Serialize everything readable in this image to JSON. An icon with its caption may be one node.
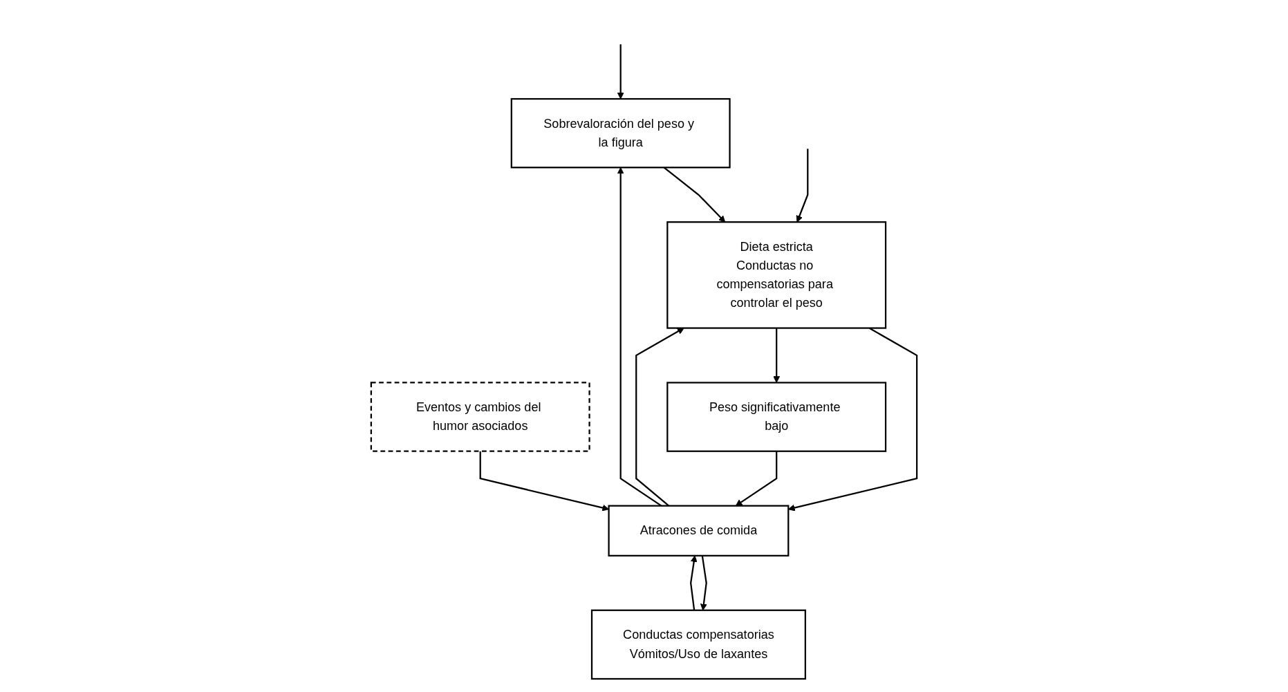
{
  "diagram": {
    "nodes": [
      {
        "text": [
          "Sobrevaloración del peso y la figura"
        ]
      },
      {
        "text": [
          "Dieta estricta",
          "Conductas no compensatorias para controlar el peso"
        ]
      },
      {
        "text": [
          "Eventos y cambios del humor asociados"
        ]
      },
      {
        "text": [
          "Atracones de comida"
        ]
      },
      {
        "text": [
          "Peso significativamente bajo"
        ]
      },
      {
        "text": [
          "Conductas compensatorias",
          "Vómitos/Uso de laxantes"
        ]
      }
    ],
    "edges": [
      {
        "from": null,
        "to": 0,
        "arrow": "to"
      },
      {
        "from": 0,
        "to": 1,
        "arrow": "to"
      },
      {
        "from": null,
        "to": 1,
        "arrow": "to"
      },
      {
        "from": 1,
        "to": 3,
        "arrow": "to"
      },
      {
        "from": 1,
        "to": 4,
        "arrow": "to"
      },
      {
        "from": 2,
        "to": 3,
        "arrow": "to"
      },
      {
        "from": 3,
        "to": 0,
        "arrow": "to"
      },
      {
        "from": 3,
        "to": 1,
        "arrow": "to"
      },
      {
        "from": 4,
        "to": 3,
        "arrow": "to"
      },
      {
        "from": 5,
        "to": 3,
        "arrow": "to"
      },
      {
        "from": 3,
        "to": 5,
        "arrow": "to"
      }
    ]
  }
}
